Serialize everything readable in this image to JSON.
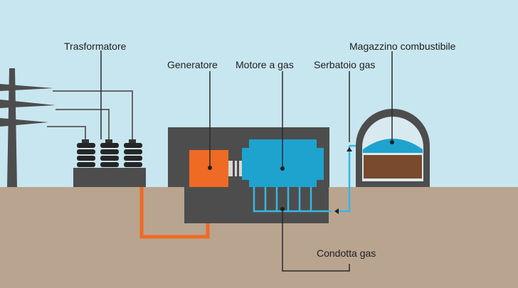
{
  "labels": {
    "transformer": "Trasformatore",
    "generator": "Generatore",
    "gas_engine": "Motore a gas",
    "gas_tank": "Serbatoio gas",
    "fuel_storage": "Magazzino combustibile",
    "gas_pipeline": "Condotta gas"
  },
  "colors": {
    "sky": "#c8e6ef",
    "ground": "#b9a48f",
    "building": "#4d4d4d",
    "generator": "#ef6a24",
    "engine": "#1ea3cf",
    "gas_line": "#36b7e2",
    "fuel": "#7a4a2c",
    "leader": "#2a2a2a"
  }
}
